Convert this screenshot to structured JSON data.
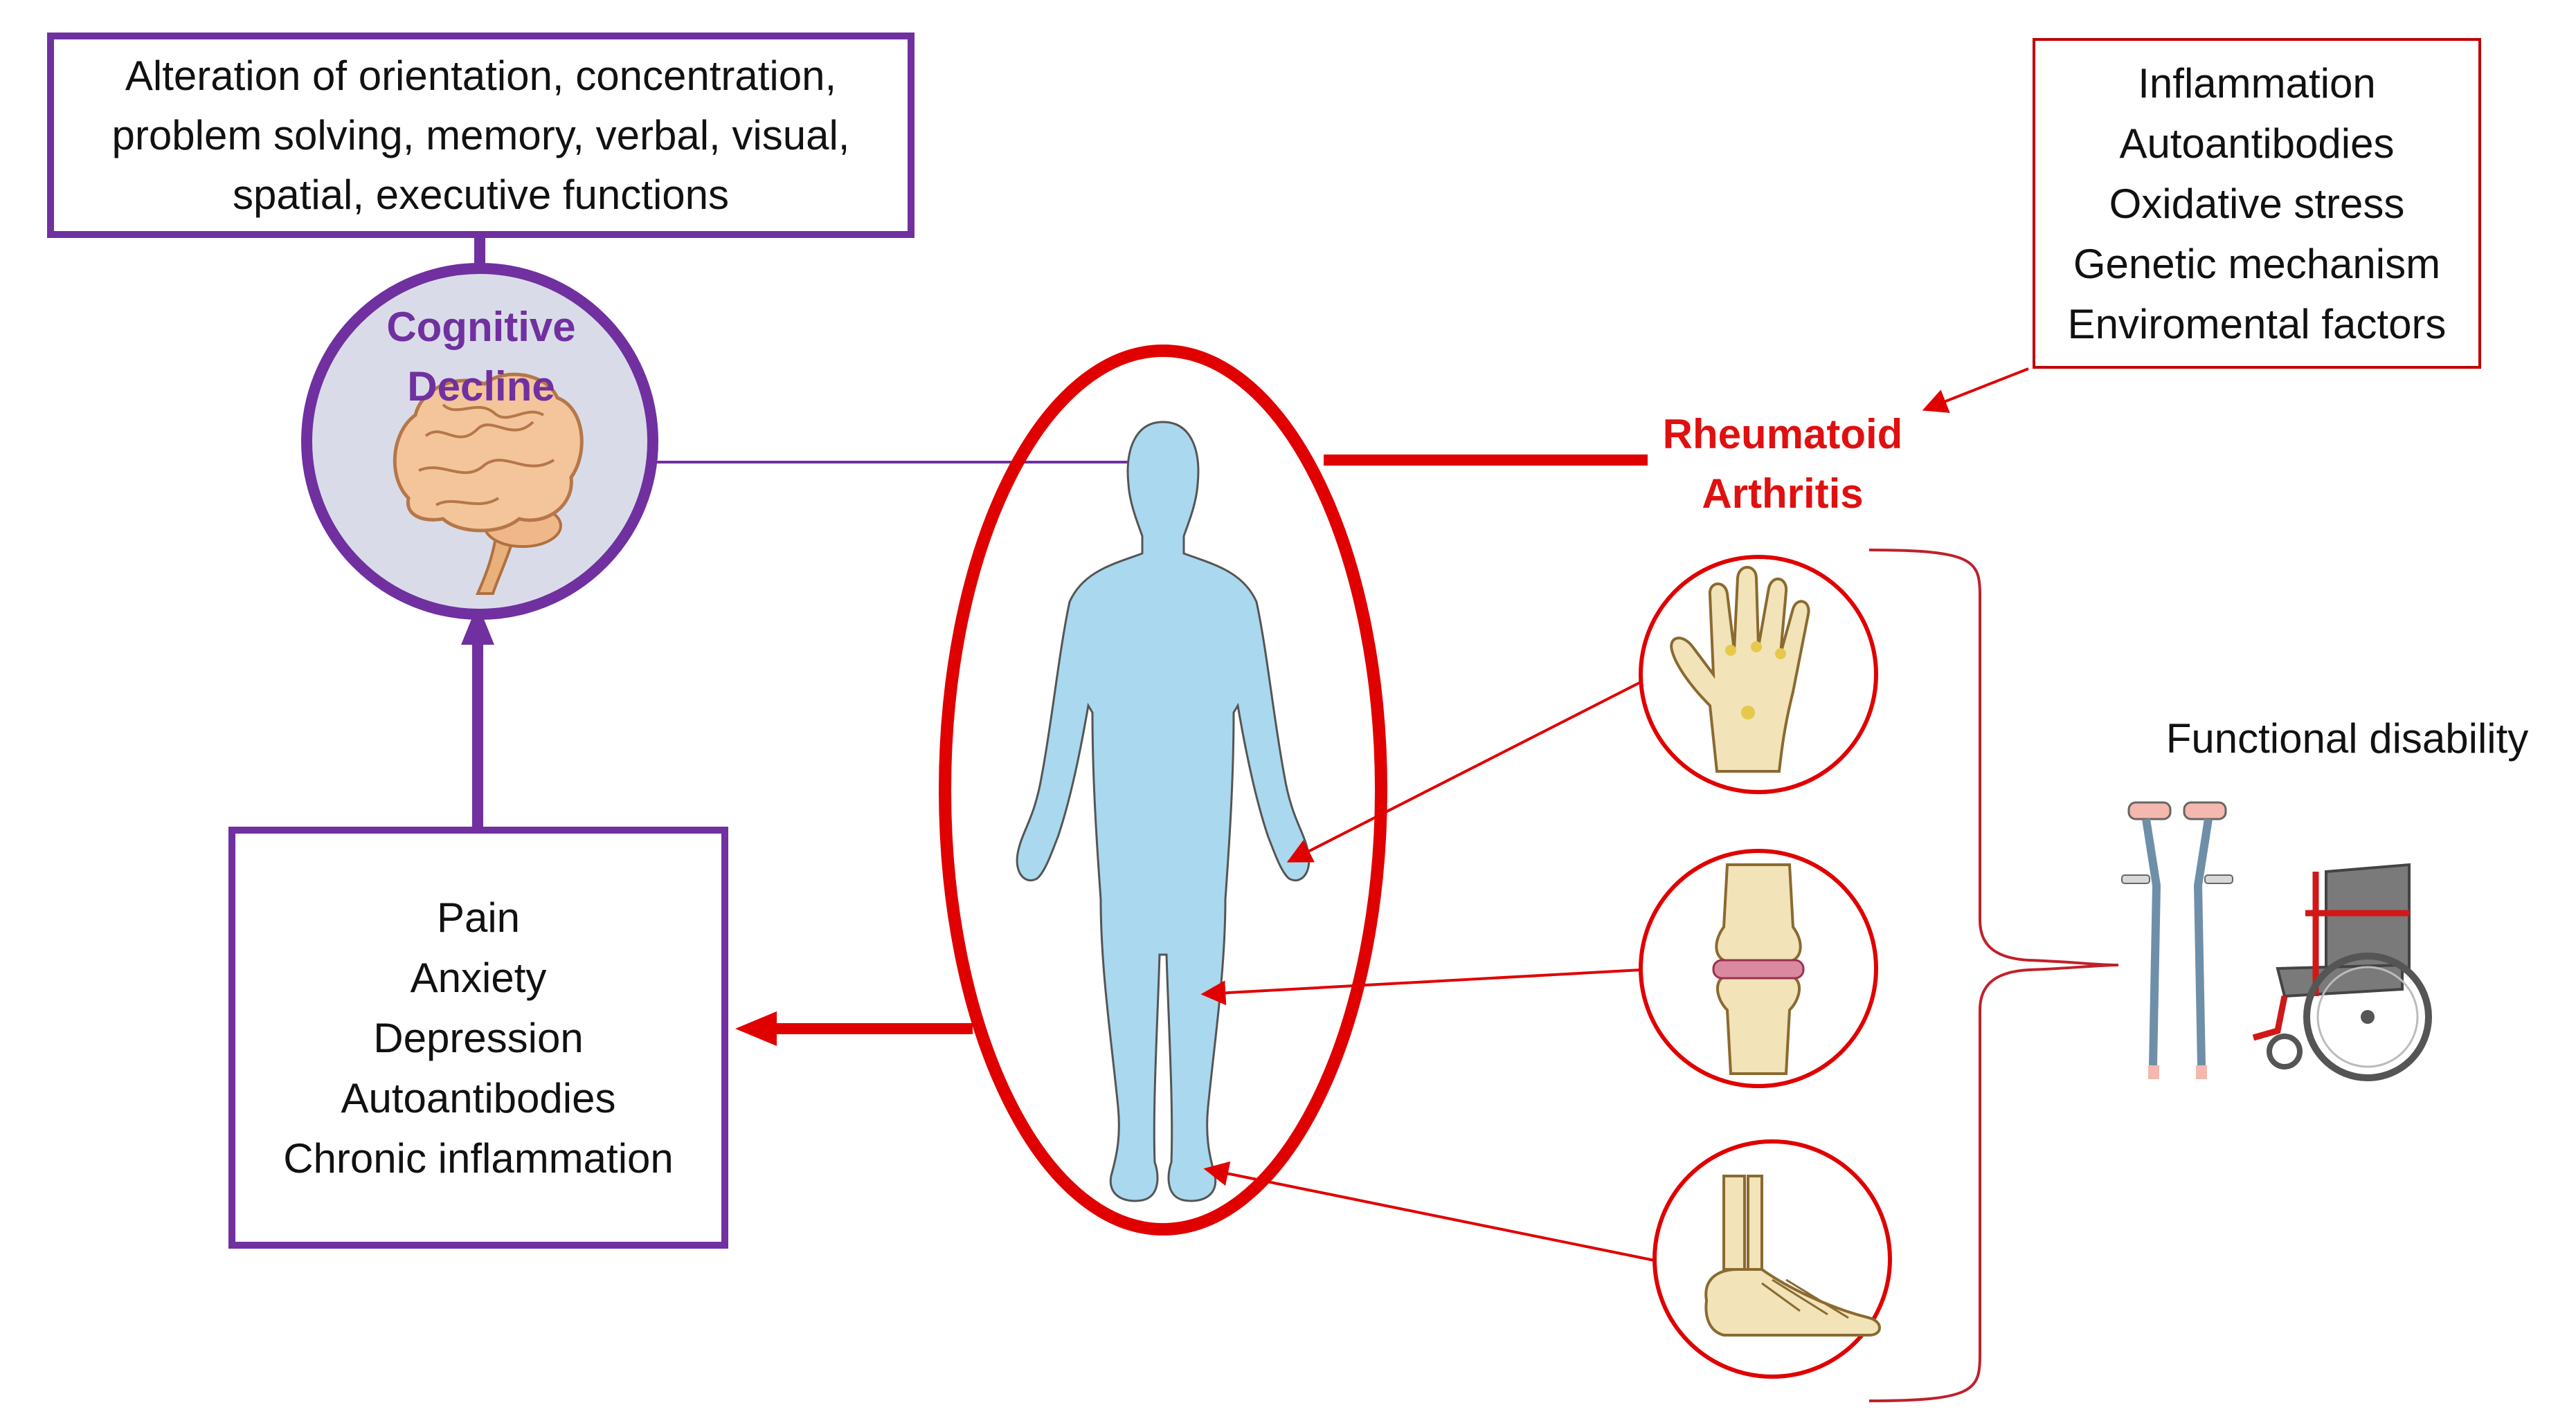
{
  "cognitive_decline": {
    "title_lines": [
      "Cognitive",
      "Decline"
    ],
    "functions_lines": [
      "Alteration of orientation, concentration,",
      "problem solving, memory, verbal, visual,",
      "spatial, executive functions"
    ]
  },
  "contributors": {
    "lines": [
      "Pain",
      "Anxiety",
      "Depression",
      "Autoantibodies",
      "Chronic inflammation"
    ]
  },
  "rheumatoid_arthritis": {
    "title_lines": [
      "Rheumatoid",
      "Arthritis"
    ],
    "factors_lines": [
      "Inflammation",
      "Autoantibodies",
      "Oxidative stress",
      "Genetic mechanism",
      "Enviromental factors"
    ]
  },
  "functional_disability": {
    "title": "Functional disability"
  },
  "colors": {
    "purple": "#7030a0",
    "red": "#e00000",
    "dark_red": "#c00000",
    "body_blue": "#aad8ee",
    "bone": "#f2e3b8"
  },
  "icons": [
    "brain-icon",
    "human-body-icon",
    "hand-joint-icon",
    "knee-joint-icon",
    "foot-joint-icon",
    "crutches-icon",
    "wheelchair-icon"
  ]
}
